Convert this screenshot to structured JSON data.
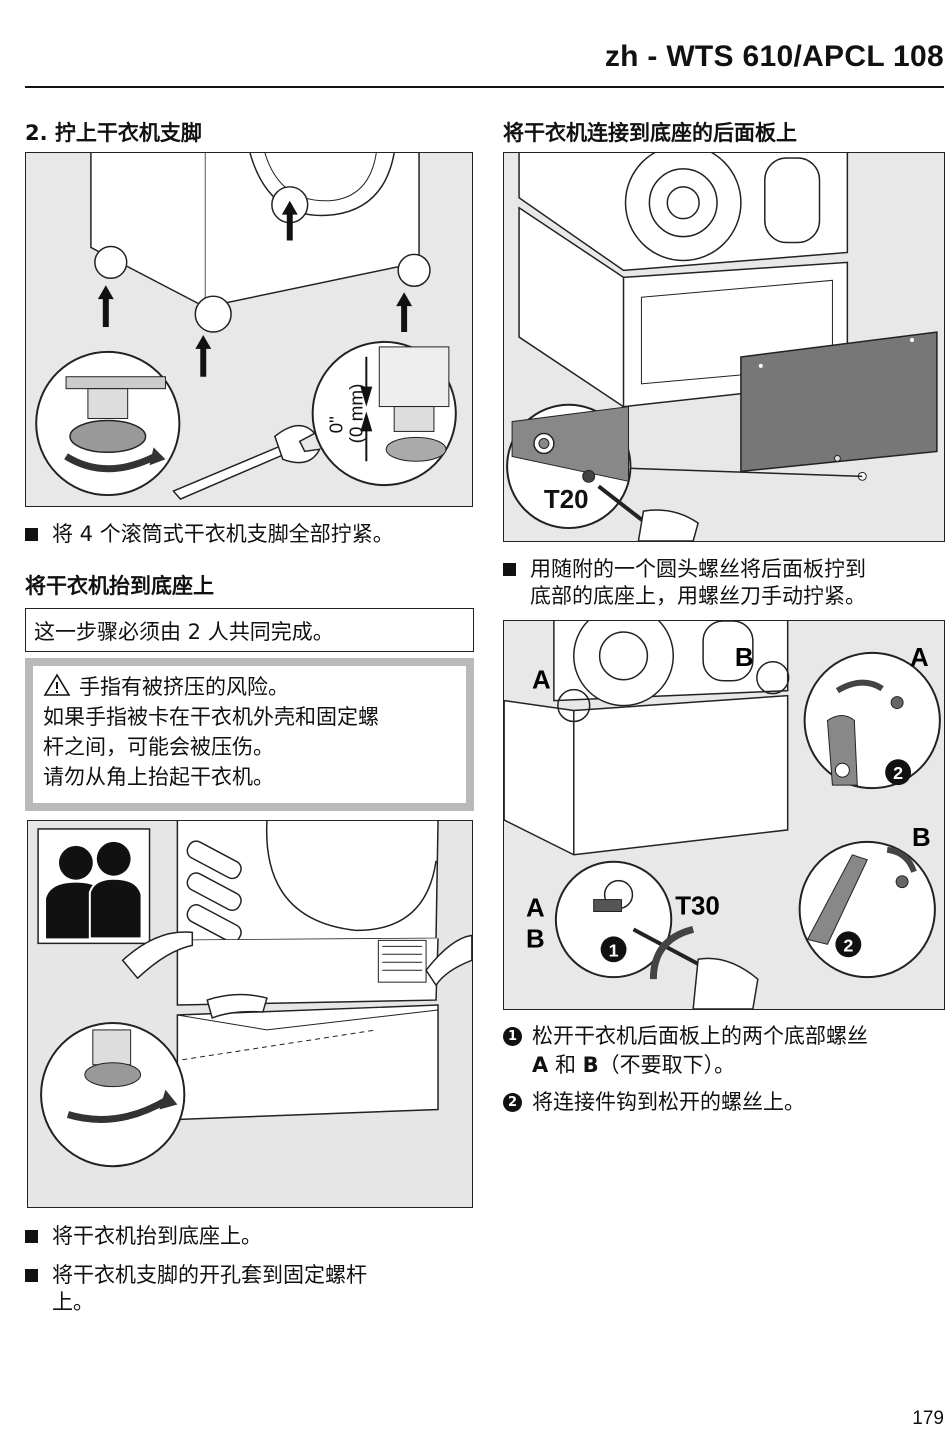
{
  "header": {
    "title": "zh - WTS 610/APCL 108"
  },
  "left": {
    "step_heading": "2. 拧上干衣机支脚",
    "fig1": {
      "label": "0\"\n(0 mm)",
      "label_top": "0\"",
      "label_bottom": "(0 mm)"
    },
    "bullet1": "将 4 个滚筒式干衣机支脚全部拧紧。",
    "lift_heading": "将干衣机抬到底座上",
    "note": "这一步骤必须由 2 人共同完成。",
    "warning": {
      "title": "手指有被挤压的风险。",
      "line1": "如果手指被卡在干衣机外壳和固定螺",
      "line2": "杆之间，可能会被压伤。",
      "line3": "请勿从角上抬起干衣机。"
    },
    "bullet2": "将干衣机抬到底座上。",
    "bullet3_line1": "将干衣机支脚的开孔套到固定螺杆",
    "bullet3_line2": "上。"
  },
  "right": {
    "connect_heading": "将干衣机连接到底座的后面板上",
    "fig3": {
      "tool_label": "T20"
    },
    "bullet_line1": "用随附的一个圆头螺丝将后面板拧到",
    "bullet_line2": "底部的底座上，用螺丝刀手动拧紧。",
    "fig4": {
      "label_a1": "A",
      "label_b1": "B",
      "label_a2": "A",
      "label_b2": "B",
      "label_ab_a": "A",
      "label_ab_b": "B",
      "tool_label": "T30",
      "step1": "1",
      "step2a": "2",
      "step2b": "2"
    },
    "step1_marker": "1",
    "step1_line1": "松开干衣机后面板上的两个底部螺丝",
    "step1_line2_a": "A",
    "step1_line2_mid": " 和 ",
    "step1_line2_b": "B",
    "step1_line2_rest": "（不要取下）。",
    "step2_marker": "2",
    "step2_text": "将连接件钩到松开的螺丝上。"
  },
  "page_number": "179"
}
